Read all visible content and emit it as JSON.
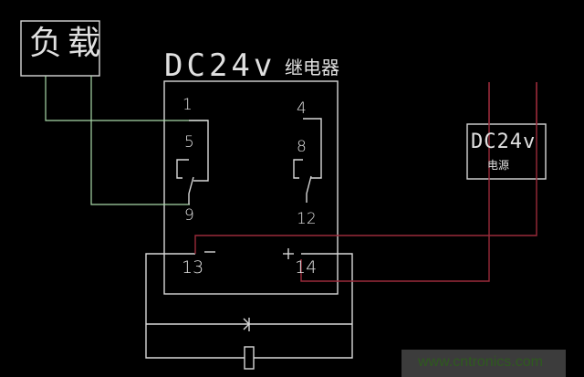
{
  "diagram": {
    "title": "DC24v 继电器 wiring diagram",
    "load_box": {
      "label": "负载"
    },
    "relay": {
      "title_prefix": "DC24v",
      "title_suffix": "继电器",
      "pins": {
        "p1": "1",
        "p4": "4",
        "p5": "5",
        "p8": "8",
        "p9": "9",
        "p12": "12",
        "p13": "13",
        "p14": "14"
      },
      "coil_minus": "−",
      "coil_plus": "+"
    },
    "power_supply": {
      "voltage": "DC24v",
      "label": "电源"
    },
    "components": [
      "diode",
      "capacitor"
    ],
    "wire_colors": {
      "structure": "#d8d8d8",
      "load_wires": "#a8d8a8",
      "power_wires": "#9a2a3a"
    }
  },
  "watermark": {
    "text": "www.cntronics.com"
  }
}
